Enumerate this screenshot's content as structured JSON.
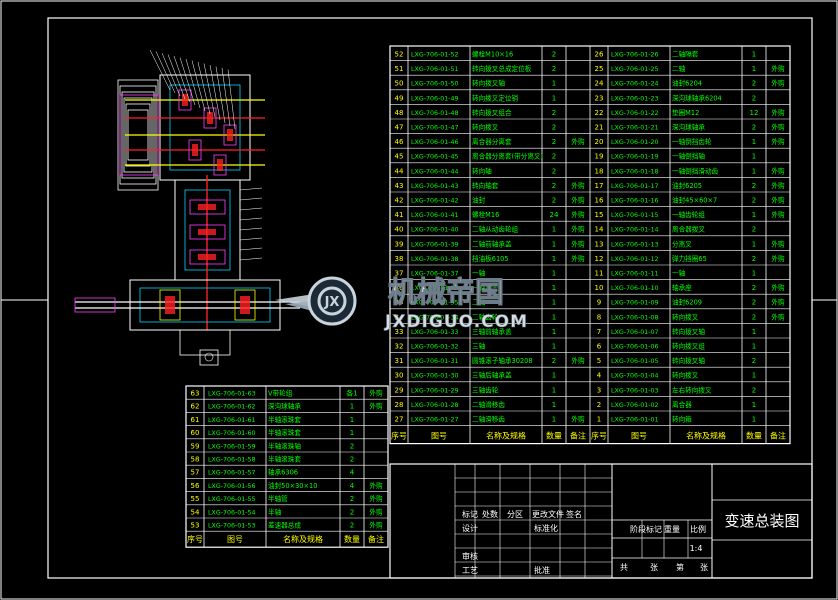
{
  "title_block": {
    "drawing_title": "变速总装图",
    "labels": [
      "标记",
      "处数",
      "分区",
      "更改文件",
      "签名",
      "设计",
      "标准化",
      "审核",
      "工艺",
      "批准",
      "阶段标记",
      "重量",
      "比例",
      "共",
      "张",
      "第",
      "张"
    ],
    "scale": "1:4"
  },
  "parts_table_right": {
    "headers": [
      "序号",
      "图号",
      "名称及规格",
      "数量",
      "备注"
    ],
    "left_col": [
      {
        "no": "52",
        "code": "LXG-706-01-52",
        "name": "螺栓M10×16",
        "qty": "2",
        "note": ""
      },
      {
        "no": "51",
        "code": "LXG-706-01-51",
        "name": "转向拨叉总成定位板",
        "qty": "2",
        "note": ""
      },
      {
        "no": "50",
        "code": "LXG-706-01-50",
        "name": "转向拨叉轴",
        "qty": "1",
        "note": ""
      },
      {
        "no": "49",
        "code": "LXG-706-01-49",
        "name": "转向拨叉定位销",
        "qty": "1",
        "note": ""
      },
      {
        "no": "48",
        "code": "LXG-706-01-48",
        "name": "转向拨叉组合",
        "qty": "2",
        "note": ""
      },
      {
        "no": "47",
        "code": "LXG-706-01-47",
        "name": "转向拨叉",
        "qty": "2",
        "note": ""
      },
      {
        "no": "46",
        "code": "LXG-706-01-46",
        "name": "离合器分离套",
        "qty": "2",
        "note": "外购"
      },
      {
        "no": "45",
        "code": "LXG-706-01-45",
        "name": "离合器分离套(带分离叉)",
        "qty": "2",
        "note": ""
      },
      {
        "no": "44",
        "code": "LXG-706-01-44",
        "name": "转向轴",
        "qty": "2",
        "note": ""
      },
      {
        "no": "43",
        "code": "LXG-706-01-43",
        "name": "转向轴套",
        "qty": "2",
        "note": "外购"
      },
      {
        "no": "42",
        "code": "LXG-706-01-42",
        "name": "油封",
        "qty": "2",
        "note": "外购"
      },
      {
        "no": "41",
        "code": "LXG-706-01-41",
        "name": "螺栓M16",
        "qty": "24",
        "note": "外购"
      },
      {
        "no": "40",
        "code": "LXG-706-01-40",
        "name": "二轴从动齿轮组",
        "qty": "1",
        "note": "外购"
      },
      {
        "no": "39",
        "code": "LXG-706-01-39",
        "name": "二轴前轴承盖",
        "qty": "1",
        "note": "外购"
      },
      {
        "no": "38",
        "code": "LXG-706-01-38",
        "name": "挡油板6105",
        "qty": "1",
        "note": "外购"
      },
      {
        "no": "37",
        "code": "LXG-706-01-37",
        "name": "一轴",
        "qty": "1",
        "note": ""
      },
      {
        "no": "36",
        "code": "LXG-706-01-36",
        "name": "一轴承盖",
        "qty": "1",
        "note": ""
      },
      {
        "no": "35",
        "code": "LXG-706-01-35",
        "name": "二轴",
        "qty": "1",
        "note": ""
      },
      {
        "no": "34",
        "code": "LXG-706-01-34",
        "name": "二轴齿轮",
        "qty": "1",
        "note": ""
      },
      {
        "no": "33",
        "code": "LXG-706-01-33",
        "name": "三轴前轴承盖",
        "qty": "1",
        "note": ""
      },
      {
        "no": "32",
        "code": "LXG-706-01-32",
        "name": "三轴",
        "qty": "1",
        "note": ""
      },
      {
        "no": "31",
        "code": "LXG-706-01-31",
        "name": "圆锥滚子轴承30208",
        "qty": "2",
        "note": "外购"
      },
      {
        "no": "30",
        "code": "LXG-706-01-30",
        "name": "三轴后轴承盖",
        "qty": "1",
        "note": ""
      },
      {
        "no": "29",
        "code": "LXG-706-01-29",
        "name": "三轴齿轮",
        "qty": "1",
        "note": ""
      },
      {
        "no": "28",
        "code": "LXG-706-01-28",
        "name": "二轴滑移齿",
        "qty": "1",
        "note": ""
      },
      {
        "no": "27",
        "code": "LXG-706-01-27",
        "name": "二轴滑移齿",
        "qty": "1",
        "note": "外购"
      }
    ],
    "right_col": [
      {
        "no": "26",
        "code": "LXG-706-01-26",
        "name": "二轴隔套",
        "qty": "1",
        "note": ""
      },
      {
        "no": "25",
        "code": "LXG-706-01-25",
        "name": "二轴",
        "qty": "1",
        "note": "外购"
      },
      {
        "no": "24",
        "code": "LXG-706-01-24",
        "name": "油封6204",
        "qty": "2",
        "note": "外购"
      },
      {
        "no": "23",
        "code": "LXG-706-01-23",
        "name": "深沟球轴承6204",
        "qty": "2",
        "note": ""
      },
      {
        "no": "22",
        "code": "LXG-706-01-22",
        "name": "垫圈M12",
        "qty": "12",
        "note": "外购"
      },
      {
        "no": "21",
        "code": "LXG-706-01-21",
        "name": "深沟球轴承",
        "qty": "2",
        "note": "外购"
      },
      {
        "no": "20",
        "code": "LXG-706-01-20",
        "name": "一轴倒挡齿轮",
        "qty": "1",
        "note": "外购"
      },
      {
        "no": "19",
        "code": "LXG-706-01-19",
        "name": "一轴倒挡轴",
        "qty": "1",
        "note": ""
      },
      {
        "no": "18",
        "code": "LXG-706-01-18",
        "name": "一轴倒挡滑动齿",
        "qty": "1",
        "note": "外购"
      },
      {
        "no": "17",
        "code": "LXG-706-01-17",
        "name": "油封6205",
        "qty": "2",
        "note": "外购"
      },
      {
        "no": "16",
        "code": "LXG-706-01-16",
        "name": "油封45×60×7",
        "qty": "2",
        "note": "外购"
      },
      {
        "no": "15",
        "code": "LXG-706-01-15",
        "name": "一轴齿轮组",
        "qty": "1",
        "note": "外购"
      },
      {
        "no": "14",
        "code": "LXG-706-01-14",
        "name": "离合器拨叉",
        "qty": "2",
        "note": ""
      },
      {
        "no": "13",
        "code": "LXG-706-01-13",
        "name": "分离叉",
        "qty": "1",
        "note": "外购"
      },
      {
        "no": "12",
        "code": "LXG-706-01-12",
        "name": "弹力挡圈65",
        "qty": "2",
        "note": "外购"
      },
      {
        "no": "11",
        "code": "LXG-706-01-11",
        "name": "一轴",
        "qty": "1",
        "note": ""
      },
      {
        "no": "10",
        "code": "LXG-706-01-10",
        "name": "轴承座",
        "qty": "2",
        "note": "外购"
      },
      {
        "no": "9",
        "code": "LXG-706-01-09",
        "name": "油封6209",
        "qty": "2",
        "note": "外购"
      },
      {
        "no": "8",
        "code": "LXG-706-01-08",
        "name": "转向拨叉",
        "qty": "2",
        "note": "外购"
      },
      {
        "no": "7",
        "code": "LXG-706-01-07",
        "name": "转向拨叉轴",
        "qty": "1",
        "note": ""
      },
      {
        "no": "6",
        "code": "LXG-706-01-06",
        "name": "转向拨叉组",
        "qty": "1",
        "note": ""
      },
      {
        "no": "5",
        "code": "LXG-706-01-05",
        "name": "转向拨叉轴",
        "qty": "2",
        "note": ""
      },
      {
        "no": "4",
        "code": "LXG-706-01-04",
        "name": "转向拨叉",
        "qty": "1",
        "note": ""
      },
      {
        "no": "3",
        "code": "LXG-706-01-03",
        "name": "左右转向拨叉",
        "qty": "2",
        "note": ""
      },
      {
        "no": "2",
        "code": "LXG-706-01-02",
        "name": "离合器",
        "qty": "1",
        "note": ""
      },
      {
        "no": "1",
        "code": "LXG-706-01-01",
        "name": "转向箱",
        "qty": "1",
        "note": ""
      }
    ]
  },
  "parts_table_left": {
    "headers": [
      "序号",
      "图号",
      "名称及规格",
      "数量",
      "备注"
    ],
    "rows": [
      {
        "no": "63",
        "code": "LXG-706-01-63",
        "name": "V带轮组",
        "qty": "各1",
        "note": "外购"
      },
      {
        "no": "62",
        "code": "LXG-706-01-62",
        "name": "深沟球轴承",
        "qty": "1",
        "note": "外购"
      },
      {
        "no": "61",
        "code": "LXG-706-01-61",
        "name": "半轴滚珠套",
        "qty": "1",
        "note": ""
      },
      {
        "no": "60",
        "code": "LXG-706-01-60",
        "name": "半轴滚珠套",
        "qty": "1",
        "note": ""
      },
      {
        "no": "59",
        "code": "LXG-706-01-59",
        "name": "半轴滚珠轴",
        "qty": "2",
        "note": ""
      },
      {
        "no": "58",
        "code": "LXG-706-01-58",
        "name": "半轴滚珠套",
        "qty": "2",
        "note": ""
      },
      {
        "no": "57",
        "code": "LXG-706-01-57",
        "name": "轴承6306",
        "qty": "4",
        "note": ""
      },
      {
        "no": "56",
        "code": "LXG-706-01-56",
        "name": "油封50×30×10",
        "qty": "4",
        "note": "外购"
      },
      {
        "no": "55",
        "code": "LXG-706-01-55",
        "name": "半轴管",
        "qty": "2",
        "note": "外购"
      },
      {
        "no": "54",
        "code": "LXG-706-01-54",
        "name": "半轴",
        "qty": "2",
        "note": "外购"
      },
      {
        "no": "53",
        "code": "LXG-706-01-53",
        "name": "差速器总成",
        "qty": "2",
        "note": "外购"
      }
    ]
  },
  "watermark": {
    "brand_cn": "机械帝国",
    "brand_en": "JXDIGUO.COM"
  },
  "colors": {
    "background": "#000000",
    "line": "#ffffff",
    "text_green": "#00ff00",
    "text_yellow": "#ffff00",
    "red": "#ff2020",
    "cyan": "#00d8ff",
    "magenta": "#ff40ff"
  }
}
